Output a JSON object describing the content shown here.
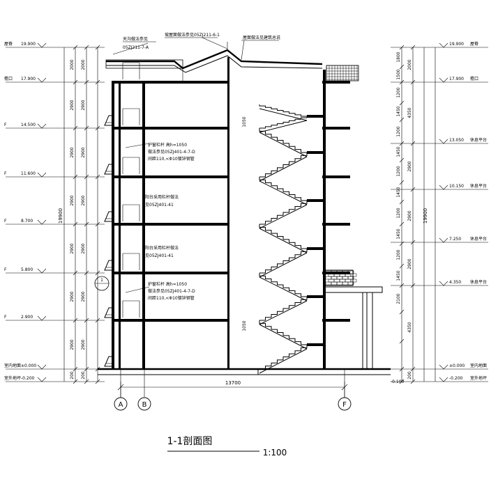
{
  "drawing": {
    "title": "1-1剖面图",
    "scale": "1:100"
  },
  "left_levels": [
    {
      "value": "19.900",
      "label": "屋脊"
    },
    {
      "value": "17.900",
      "label": "檐口"
    },
    {
      "value": "14.500",
      "label": "F"
    },
    {
      "value": "11.600",
      "label": "F"
    },
    {
      "value": "8.700",
      "label": "F"
    },
    {
      "value": "5.800",
      "label": "F"
    },
    {
      "value": "2.900",
      "label": "F"
    },
    {
      "value": "±0.000",
      "label": "室内地面"
    },
    {
      "value": "-0.200",
      "label": "室外地坪"
    }
  ],
  "right_levels": [
    {
      "value": "19.900",
      "label": "屋脊"
    },
    {
      "value": "17.900",
      "label": "檐口"
    },
    {
      "value": "13.050",
      "label": "休息平台"
    },
    {
      "value": "10.150",
      "label": "休息平台"
    },
    {
      "value": "7.250",
      "label": "休息平台"
    },
    {
      "value": "4.350",
      "label": "休息平台"
    },
    {
      "value": "±0.000",
      "label": "室内地面"
    },
    {
      "value": "-0.200",
      "label": "室外地坪"
    }
  ],
  "left_outer_dims": [
    "2000",
    "2900",
    "2900",
    "2900",
    "2900",
    "2900",
    "2900",
    "200"
  ],
  "left_overall_dim": "19900",
  "right_overall_dim": "19900",
  "right_inner_dims": [
    "1800",
    "1500",
    "1200",
    "1450",
    "1200",
    "1450",
    "1200",
    "1450",
    "1200",
    "1450",
    "1200",
    "1450",
    "2100"
  ],
  "right_outer_dims": [
    "2000",
    "4350",
    "2900",
    "2900",
    "2900",
    "4350",
    "200"
  ],
  "total_width_dim": "13700",
  "axes": [
    "A",
    "B",
    "F"
  ],
  "annotations": {
    "roof_note_1": "坡屋面做法参见05ZJ211-6-1",
    "roof_note_2": "屋面做法见建筑总说",
    "gutter_note": "天沟做法参见",
    "gutter_ref": "05ZJ211-7-A",
    "railing_note_a_1": "护窗栏杆 高h=1050",
    "railing_note_a_2": "做法参见05ZJ401-4-7-D",
    "railing_note_a_3": "间距110,<Φ10镀锌钢管",
    "balcony_note_1": "阳台采用栏杆做法",
    "balcony_note_1b": "见05ZJ401-41",
    "balcony_note_2": "阳台采用栏杆做法",
    "balcony_note_2b": "见05ZJ401-41",
    "railing_note_b_1": "护窗栏杆 高h=1050",
    "railing_note_b_2": "做法参见05ZJ401-4-7-D",
    "railing_note_b_3": "间距110,<Φ10镀锌钢管",
    "detail_marker": "1",
    "stair_height_1": "1050",
    "stair_height_2": "1050",
    "ground_note": "-0.100"
  }
}
